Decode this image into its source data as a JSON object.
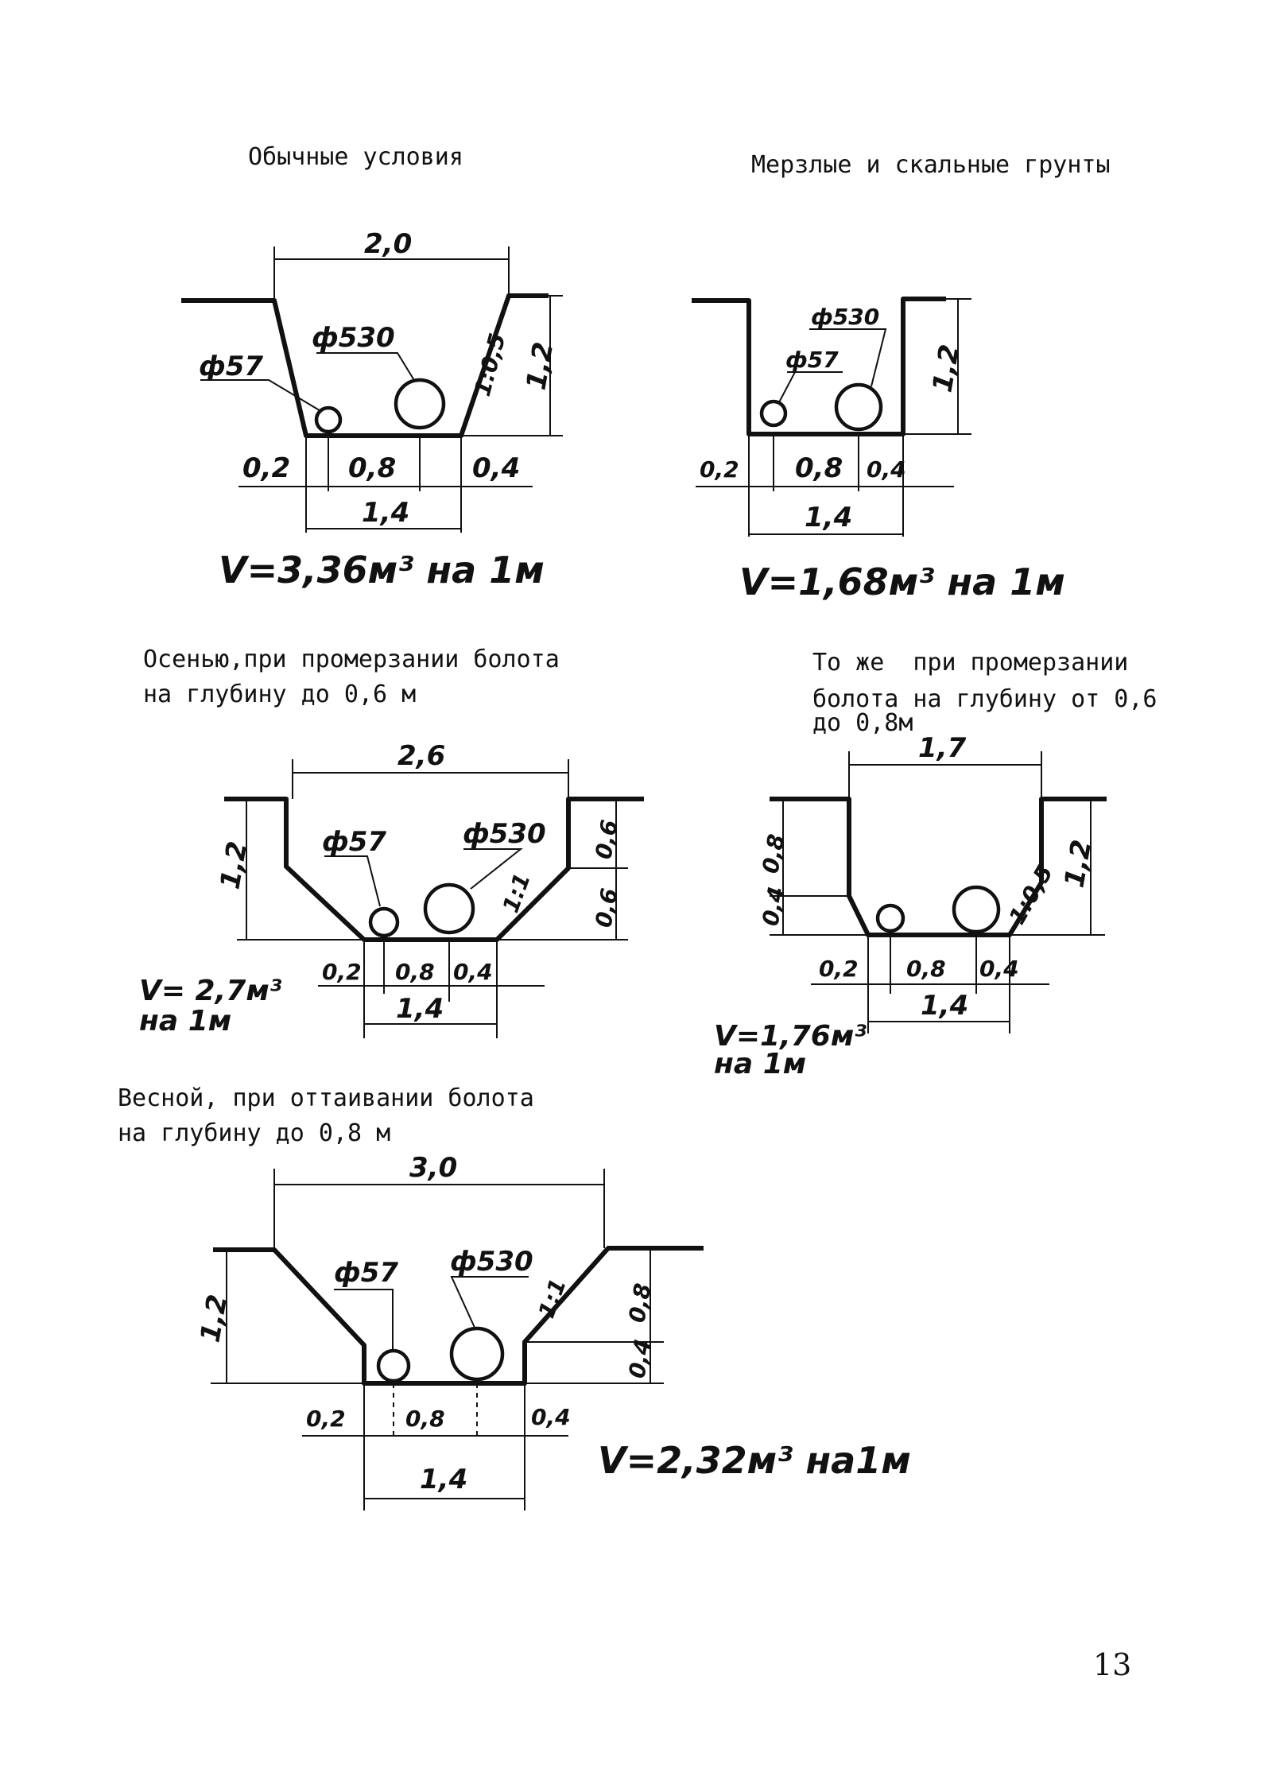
{
  "headings": {
    "normal": "Обычные условия",
    "frozen": "Мерзлые и скальные грунты",
    "autumn_l1": "Осенью,при промерзании болота",
    "autumn_l2": "на глубину до 0,6 м",
    "same_l1": "То же  при промерзании",
    "same_l2": "болота на глубину от 0,6",
    "same_l3": "до 0,8м",
    "spring_l1": "Весной, при оттаивании болота",
    "spring_l2": "на глубину до 0,8 м"
  },
  "pipes": {
    "small": "ф57",
    "large": "ф530"
  },
  "fig1": {
    "top_width": "2,0",
    "depth": "1,2",
    "slope": "1:0,5",
    "left": "0,2",
    "middle": "0,8",
    "right": "0,4",
    "bottom": "1,4",
    "volume": "V=3,36м³ на 1м"
  },
  "fig2": {
    "depth": "1,2",
    "left": "0,2",
    "middle": "0,8",
    "right": "0,4",
    "bottom": "1,4",
    "volume": "V=1,68м³ на 1м"
  },
  "fig3": {
    "top_width": "2,6",
    "depth": "1,2",
    "upper": "0,6",
    "lower": "0,6",
    "slope": "1:1",
    "left": "0,2",
    "middle": "0,8",
    "right": "0,4",
    "bottom": "1,4",
    "volume_l1": "V= 2,7м³",
    "volume_l2": "на 1м"
  },
  "fig4": {
    "top_width": "1,7",
    "depth": "1,2",
    "upper": "0,8",
    "lower": "0,4",
    "slope": "1:0,5",
    "left": "0,2",
    "middle": "0,8",
    "right": "0,4",
    "bottom": "1,4",
    "volume_l1": "V=1,76м³",
    "volume_l2": "на 1м"
  },
  "fig5": {
    "top_width": "3,0",
    "depth": "1,2",
    "upper": "0,8",
    "lower": "0,4",
    "slope": "1:1",
    "left": "0,2",
    "middle": "0,8",
    "right": "0,4",
    "bottom": "1,4",
    "volume": "V=2,32м³ на1м"
  },
  "page_number": "13"
}
